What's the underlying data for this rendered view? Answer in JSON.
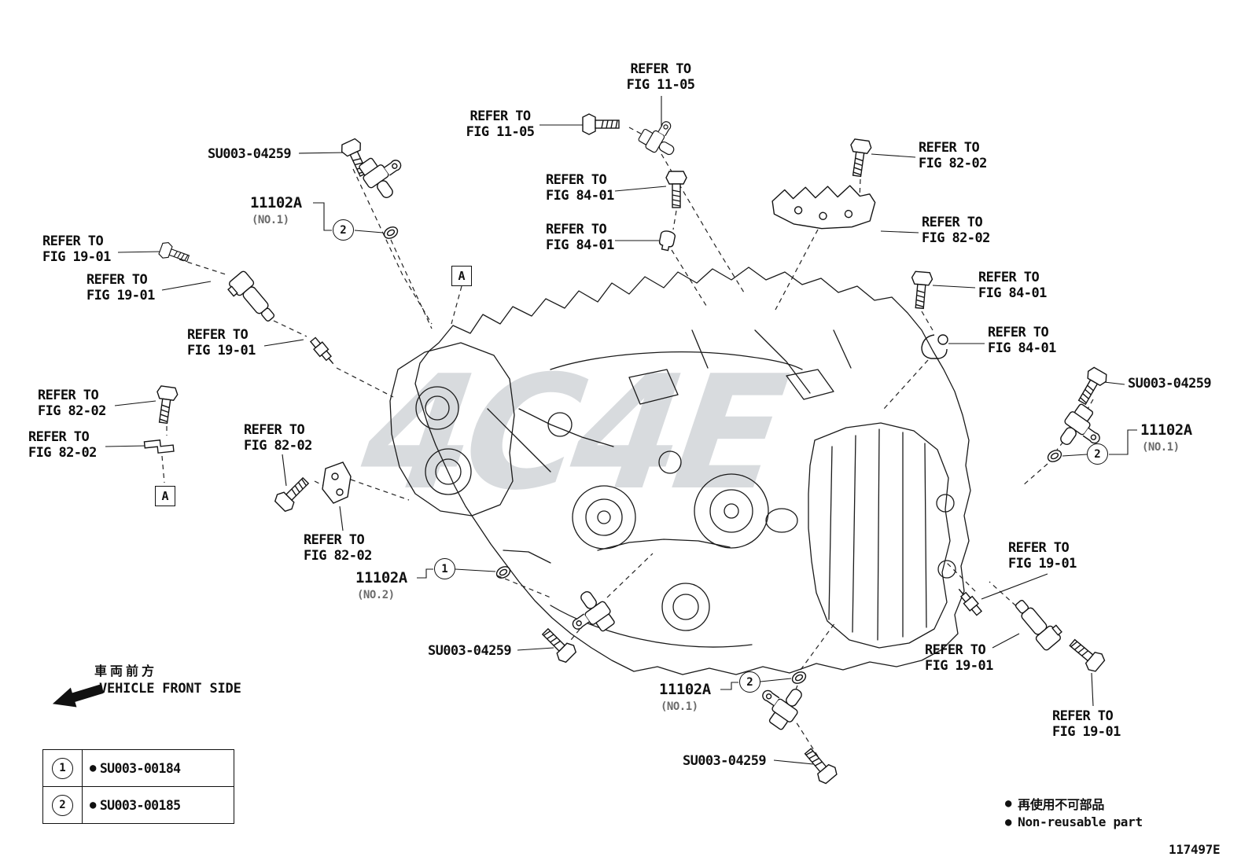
{
  "diagram": {
    "drawing_number": "117497E",
    "watermark": "4C4E",
    "section_marker_a": "A",
    "front_side": {
      "jp": "車両前方",
      "en": "VEHICLE FRONT SIDE"
    },
    "non_reusable": {
      "bullet": "●",
      "jp": "再使用不可部品",
      "en": "Non-reusable part"
    }
  },
  "refer_callouts": [
    "REFER TO\nFIG 11-05",
    "REFER TO\nFIG 11-05",
    "REFER TO\nFIG 84-01",
    "REFER TO\nFIG 84-01",
    "REFER TO\nFIG 82-02",
    "REFER TO\nFIG 82-02",
    "REFER TO\nFIG 19-01",
    "REFER TO\nFIG 19-01",
    "REFER TO\nFIG 19-01",
    "REFER TO\nFIG 84-01",
    "REFER TO\nFIG 84-01",
    "REFER TO\nFIG 82-02",
    "REFER TO\nFIG 82-02",
    "REFER TO\nFIG 82-02",
    "REFER TO\nFIG 82-02",
    "REFER TO\nFIG 19-01",
    "REFER TO\nFIG 19-01",
    "REFER TO\nFIG 19-01"
  ],
  "bolt_part_numbers": [
    "SU003-04259",
    "SU003-04259",
    "SU003-04259",
    "SU003-04259"
  ],
  "assemblies": [
    {
      "code": "11102A",
      "variant": "(NO.1)",
      "marker": "2"
    },
    {
      "code": "11102A",
      "variant": "(NO.1)",
      "marker": "2"
    },
    {
      "code": "11102A",
      "variant": "(NO.2)",
      "marker": "1"
    },
    {
      "code": "11102A",
      "variant": "(NO.1)",
      "marker": "2"
    }
  ],
  "legend": {
    "bullet": "●",
    "rows": [
      {
        "marker": "1",
        "part": "SU003-00184"
      },
      {
        "marker": "2",
        "part": "SU003-00185"
      }
    ]
  }
}
